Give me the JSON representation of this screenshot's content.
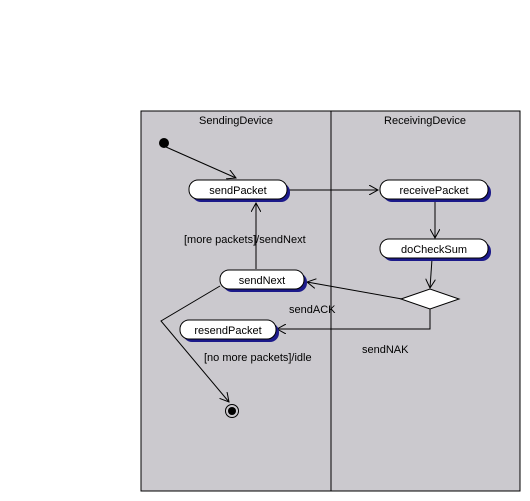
{
  "diagram": {
    "swimlanes": [
      {
        "id": "sending",
        "label": "SendingDevice"
      },
      {
        "id": "receiving",
        "label": "ReceivingDevice"
      }
    ],
    "states": {
      "sendPacket": "sendPacket",
      "receivePacket": "receivePacket",
      "doCheckSum": "doCheckSum",
      "sendNext": "sendNext",
      "resendPacket": "resendPacket"
    },
    "transitions": {
      "more_packets": "[more packets]/sendNext",
      "sendACK": "sendACK",
      "sendNAK": "sendNAK",
      "no_more_packets": "[no more packets]/idle"
    },
    "colors": {
      "lane_fill": "#cbc9ce",
      "state_shadow": "#1c1a8a"
    }
  }
}
